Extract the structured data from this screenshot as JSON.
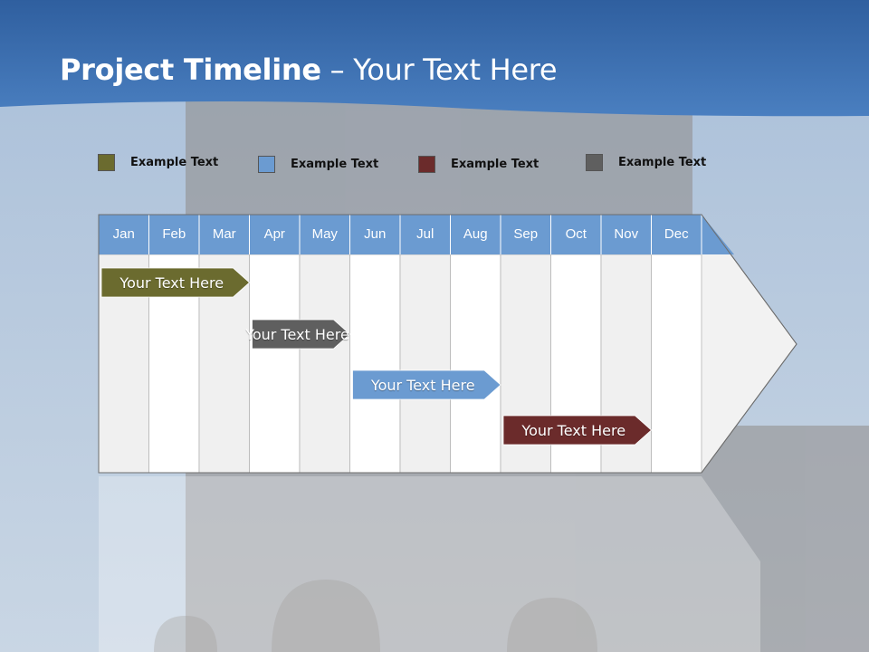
{
  "slide": {
    "title_bold": "Project Timeline",
    "title_rest": " – Your Text Here"
  },
  "legend": [
    {
      "label": "Example Text",
      "color": "#6b6b2f"
    },
    {
      "label": "Example Text",
      "color": "#6b9bd1"
    },
    {
      "label": "Example Text",
      "color": "#6b2b2b"
    },
    {
      "label": "Example Text",
      "color": "#5f5f5f"
    }
  ],
  "months": [
    "Jan",
    "Feb",
    "Mar",
    "Apr",
    "May",
    "Jun",
    "Jul",
    "Aug",
    "Sep",
    "Oct",
    "Nov",
    "Dec"
  ],
  "tasks": [
    {
      "label": "Your  Text Here",
      "color": "#6b6b2f",
      "start_month": "Jan",
      "end_month": "Apr"
    },
    {
      "label": "Your  Text Here",
      "color": "#5f5f5f",
      "start_month": "Apr",
      "end_month": "Jun"
    },
    {
      "label": "Your  Text Here",
      "color": "#6b9bd1",
      "start_month": "Jun",
      "end_month": "Sep"
    },
    {
      "label": "Your  Text Here",
      "color": "#6b2b2b",
      "start_month": "Sep",
      "end_month": "Dec"
    }
  ],
  "colors": {
    "header_band": "#3e6fae",
    "month_header": "#6b9bd1"
  }
}
